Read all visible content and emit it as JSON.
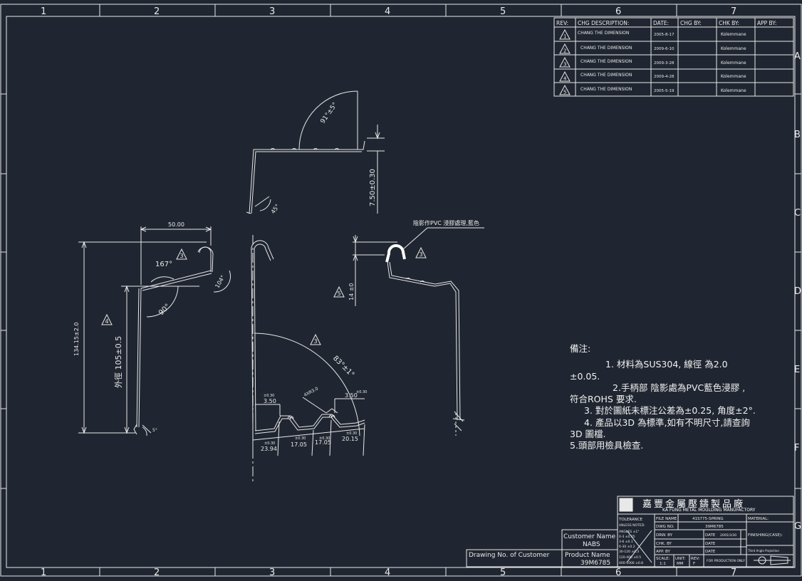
{
  "border": {
    "col_labels": [
      "1",
      "2",
      "3",
      "4",
      "5",
      "6",
      "7"
    ],
    "row_labels": [
      "A",
      "B",
      "C",
      "D",
      "E",
      "F",
      "G"
    ]
  },
  "revision_table": {
    "headers": [
      "REV:",
      "CHG DESCRIPTION:",
      "DATE:",
      "CHG BY:",
      "CHK BY:",
      "APP BY:"
    ],
    "rows": [
      {
        "rev": "1",
        "desc": "CHANG THE DIMENSION",
        "date": "2005-8-17",
        "chk": "Kolemmane"
      },
      {
        "rev": "2",
        "desc": "CHANG THE DIMENSION",
        "date": "2009-6-10",
        "chk": "Kolemmane"
      },
      {
        "rev": "3",
        "desc": "CHANG THE DIMENSION",
        "date": "2009-3-28",
        "chk": "Kolemmane"
      },
      {
        "rev": "4",
        "desc": "CHANG THE DIMENSION",
        "date": "2009-4-28",
        "chk": "Kolemmane"
      },
      {
        "rev": "5",
        "desc": "CHANG THE DIMENSION",
        "date": "2005-5-19",
        "chk": "Kolemmane"
      }
    ]
  },
  "dims": {
    "top_angle": "91°±5°",
    "top_height": "7.50±0.30",
    "top_bend": "45°",
    "width_50": "50.00",
    "angle_167": "167°",
    "angle_104": "104°",
    "angle_90": "90°",
    "height_134": "134.15±2.0",
    "od_105": "外徑 105±0.5",
    "small_5": "5°",
    "hook_14": "14 ±0",
    "pvc_note": "陰影作PVC 浸膠處理,藍色",
    "angle_83": "83°±1°",
    "r3_50_left": "3.50",
    "r3_50_right": "3.50",
    "r_tol_left": "±0.30",
    "r_tol_right": "±0.30",
    "r_label": "4XR3.0",
    "d_23": "23.94",
    "d_17a": "17.05",
    "d_17b": "17.05",
    "d_20": "20.15",
    "d_tol": "±0.30",
    "rev_mark_3": "3",
    "rev_mark_4": "4",
    "rev_mark_5": "5"
  },
  "notes": {
    "title": "備注:",
    "lines": [
      "1. 材料為SUS304, 線徑 為2.0 ±0.05.",
      "2.手柄部 陰影處為PVC藍色浸膠 , 符合ROHS 要求.",
      "3. 對於圖紙未標注公差為±0.25, 角度±2°.",
      "4. 產品以3D 為標準,如有不明尺寸,請查詢3D 圖檔.",
      "5.頭部用檢具檢查."
    ]
  },
  "title_block": {
    "company_cn": "嘉豐金屬壓鑄製品廠",
    "company_en": "KA FUNG METAL MOULDING MANUFACTORY",
    "tolerance_label": "TOLERANCE",
    "unless_noted": "UNLESS NOTED:",
    "tol_rows": [
      "ANGLES ±1°",
      "0-3 ±0.05",
      "3-6 ±0.1",
      "6-30 ±0.2",
      "30-120 ±0.3",
      "120-400 ±0.5",
      "400-1000 ±0.8"
    ],
    "file_name_label": "FILE NAME",
    "file_name": "41S775-SPRING",
    "dwg_no_label": "DWG NO.",
    "dwg_no": "39M6785",
    "material_label": "MATERIAL:",
    "drw_by_label": "DRW. BY",
    "chk_by_label": "CHK. BY",
    "app_by_label": "APP. BY",
    "date_label": "DATE",
    "drw_date": "2005/3/30",
    "finishing_label": "FINISHING(CASE):",
    "scale_label": "SCALE:",
    "scale": "1:1",
    "unit_label": "UNIT:",
    "unit": "MM",
    "rev_label": "REV:",
    "rev": "F",
    "for_production": "FOR PRODUCTION ONLY",
    "projection": "Third Angle Projection",
    "customer_name_label": "Customer Name",
    "customer_name": "NABS",
    "product_name_label": "Product Name",
    "product_name": "39M6785",
    "drawing_no_customer_label": "Drawing No. of Customer"
  },
  "colors": {
    "background": "#202631",
    "line": "#e8e8e8"
  }
}
